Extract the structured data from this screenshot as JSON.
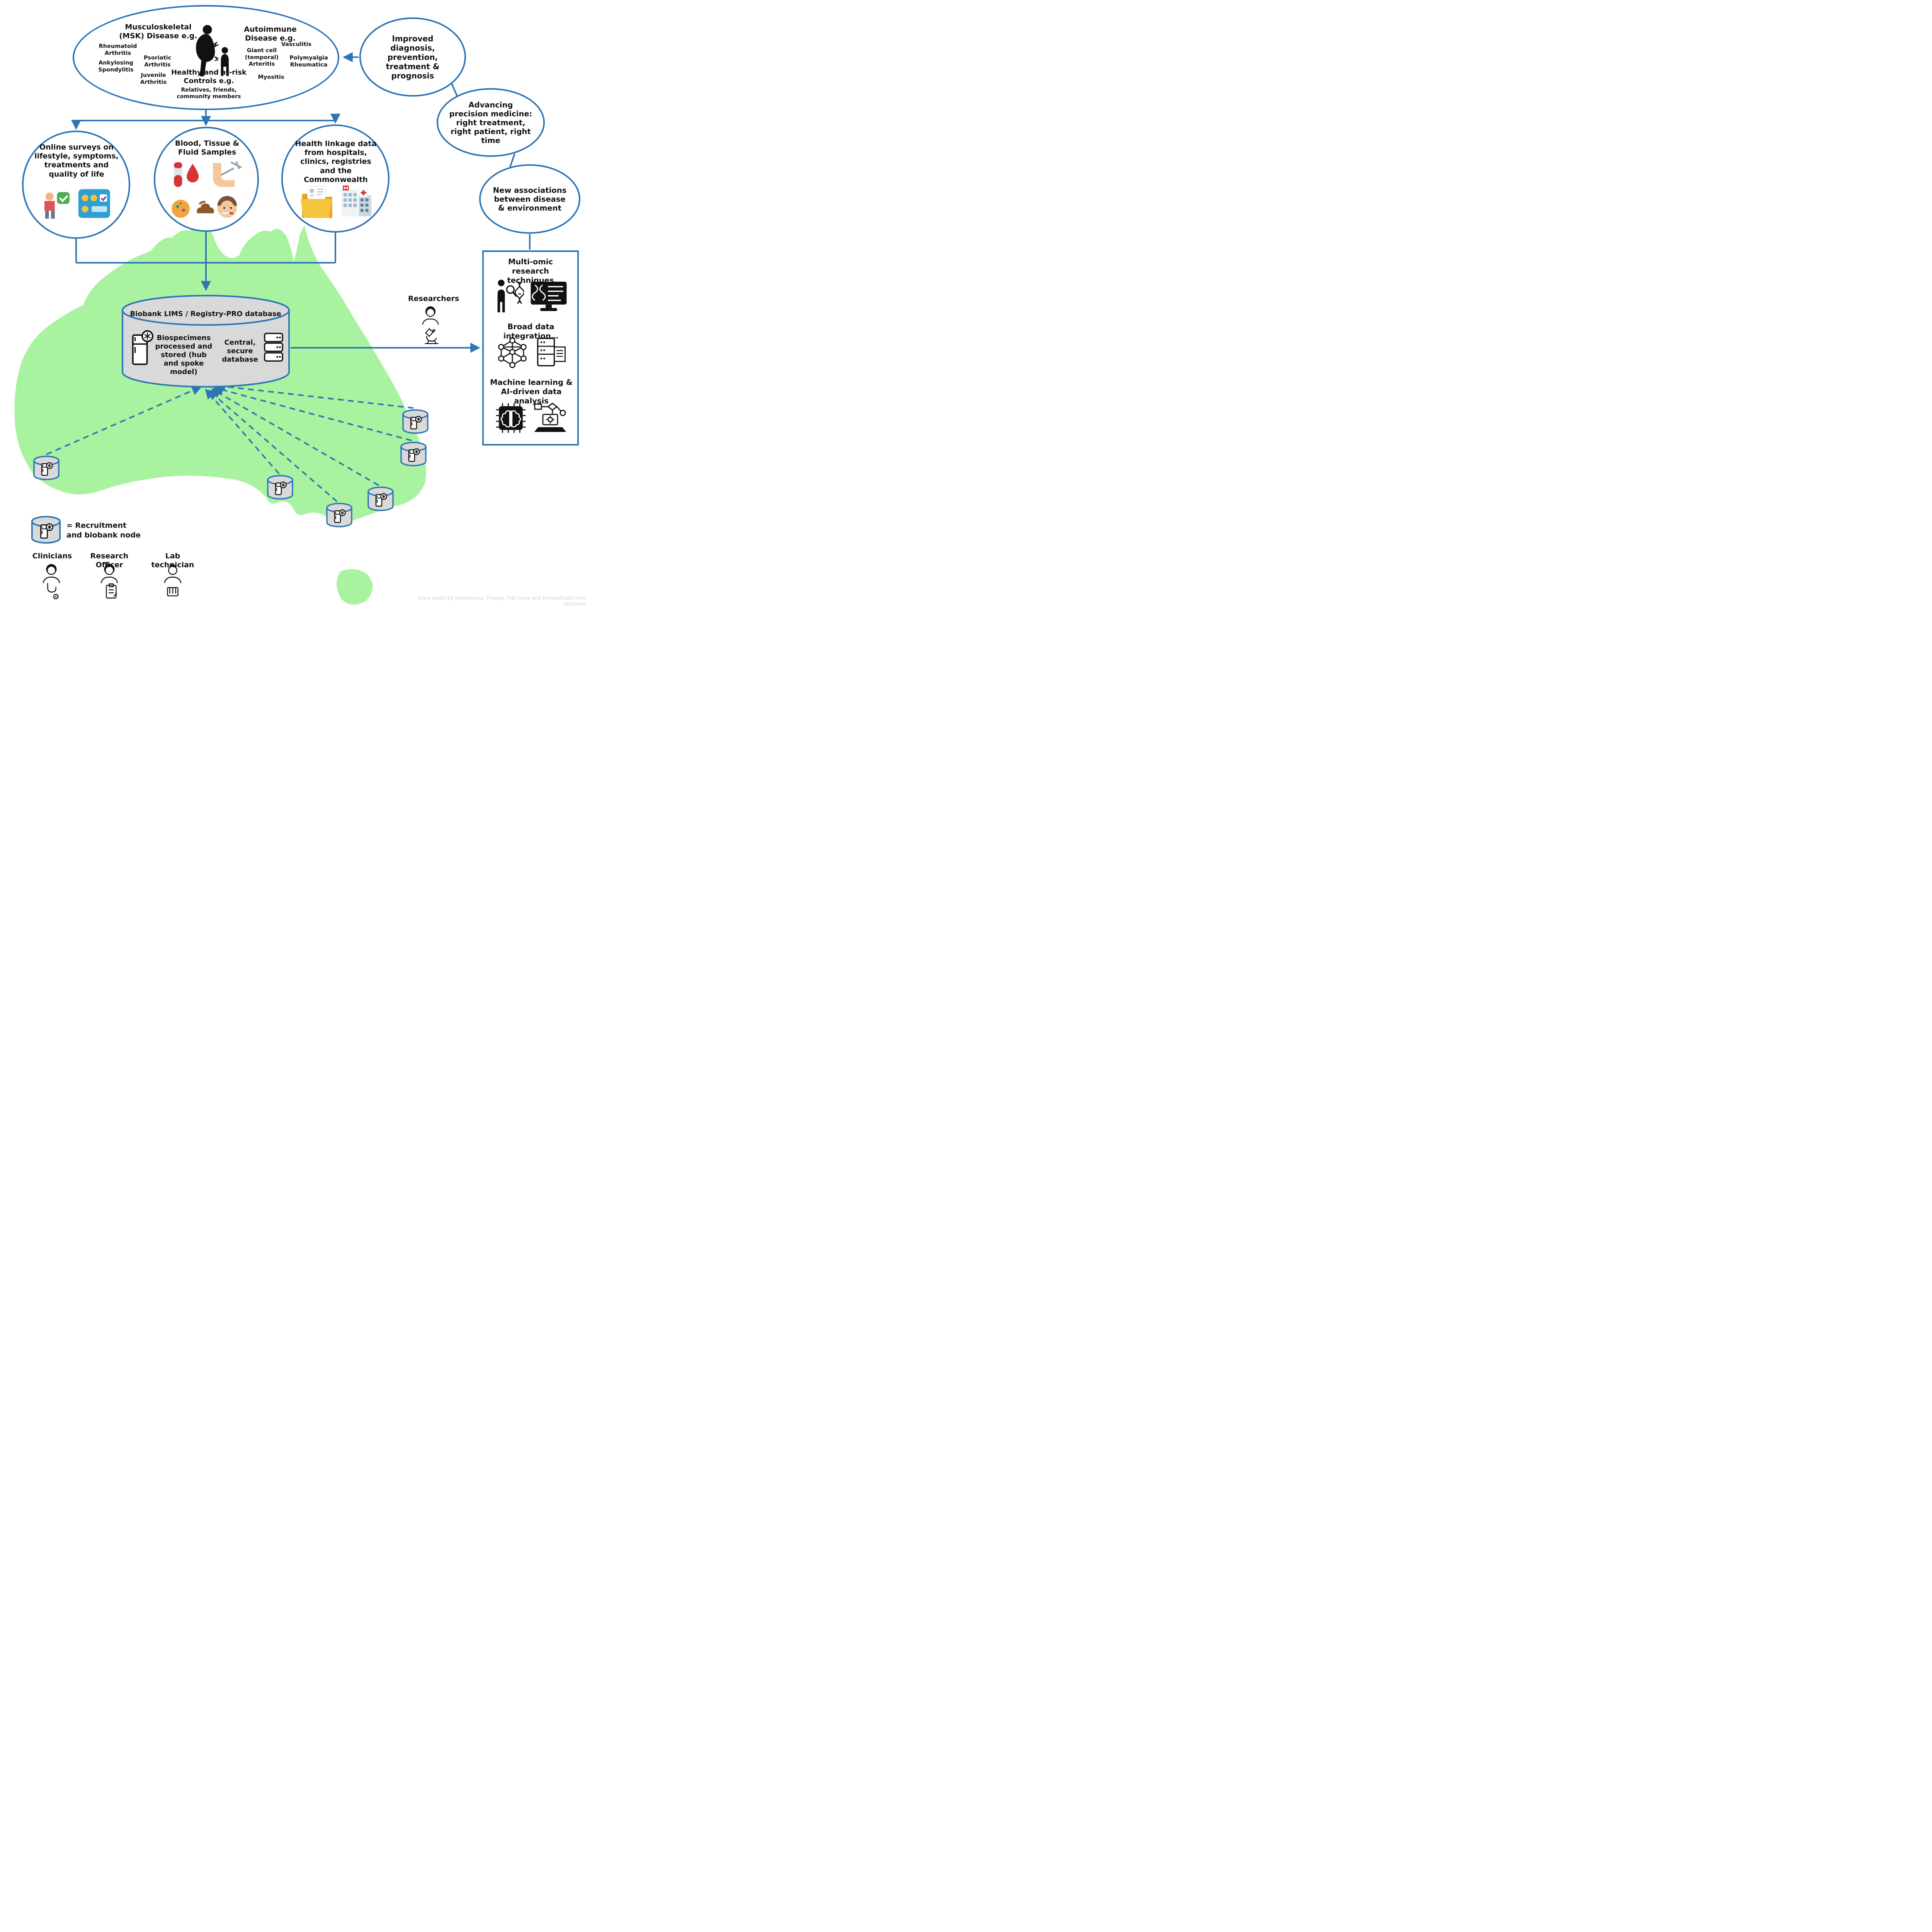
{
  "top_ellipse": {
    "msk_title": "Musculoskeletal (MSK) Disease e.g.",
    "msk_items": [
      "Rheumatoid Arthritis",
      "Ankylosing Spondylitis",
      "Psoriatic Arthritis",
      "Juvenile Arthritis"
    ],
    "autoimmune_title": "Autoimmune Disease e.g.",
    "autoimmune_items": [
      "Vasculitis",
      "Giant cell (temporal) Arteritis",
      "Polymyalgia Rheumatica",
      "Myositis"
    ],
    "controls_title": "Healthy and at-risk Controls e.g.",
    "controls_subtitle": "Relatives, friends, community members"
  },
  "outcomes": {
    "improved": "Improved diagnosis, prevention, treatment & prognosis",
    "precision": "Advancing precision medicine: right treatment, right patient, right time",
    "associations": "New associations between disease & environment"
  },
  "collection": {
    "surveys": "Online surveys on lifestyle, symptoms, treatments and quality of life",
    "samples": "Blood, Tissue & Fluid Samples",
    "linkage": "Health linkage data from hospitals, clinics, registries and the Commonwealth"
  },
  "database": {
    "title": "Biobank LIMS  /  Registry-PRO database",
    "biospecimens": "Biospecimens processed and stored (hub and spoke model)",
    "central": "Central, secure database"
  },
  "researchers_label": "Researchers",
  "research_box": {
    "multiomic": "Multi-omic research techniques",
    "integration": "Broad data integration…",
    "machine_learning": "Machine learning & AI-driven data analysis"
  },
  "legend": {
    "node": "= Recruitment and biobank node",
    "roles": [
      "Clinicians",
      "Research Officer",
      "Lab technician"
    ]
  },
  "attribution": "Icons made by Smashicons, Freepik, Flat Icons and DinosoftLabs from @flaticon",
  "colors": {
    "accent": "#2e75b6",
    "map": "#a9f2a0",
    "cylinder": "#d9d9d9"
  }
}
